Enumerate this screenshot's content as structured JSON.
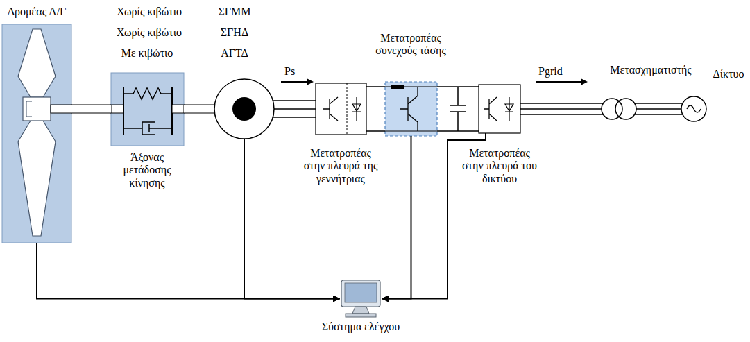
{
  "diagram": {
    "nodes": [
      {
        "text": [
          "Δρομέας Α/Γ"
        ]
      },
      {
        "text": [
          "Χωρίς κιβώτιο",
          "Χωρίς κιβώτιο",
          "Με κιβώτιο",
          "Άξονας μετάδοσης κίνησης"
        ]
      },
      {
        "text": [
          "ΣΓΜΜ",
          "ΣΓΗΔ",
          "ΑΓΤΔ"
        ]
      },
      {
        "text": [
          "Μετατροπέας στην πλευρά της γεννήτριας"
        ]
      },
      {
        "text": [
          "Μετατροπέας συνεχούς τάσης"
        ]
      },
      {
        "text": [
          "Μετατροπέας στην πλευρά του δικτύου"
        ]
      },
      {
        "text": [
          "Μετασχηματιστής"
        ]
      },
      {
        "text": [
          "Δίκτυο"
        ]
      },
      {
        "text": [
          "Σύστημα ελέγχου"
        ]
      }
    ],
    "edges": [
      {
        "from": 0,
        "to": 1,
        "arrow": "none"
      },
      {
        "from": 1,
        "to": 2,
        "arrow": "none"
      },
      {
        "from": 2,
        "to": 3,
        "arrow": "none"
      },
      {
        "from": 3,
        "to": 4,
        "arrow": "none"
      },
      {
        "from": 4,
        "to": 5,
        "arrow": "none"
      },
      {
        "from": 5,
        "to": 6,
        "arrow": "none"
      },
      {
        "from": 6,
        "to": 7,
        "arrow": "none"
      },
      {
        "from": 0,
        "to": 8,
        "arrow": "to"
      },
      {
        "from": 2,
        "to": 8,
        "arrow": "to"
      },
      {
        "from": 4,
        "to": 8,
        "arrow": "to"
      },
      {
        "from": 5,
        "to": 8,
        "arrow": "to"
      }
    ],
    "labels": [
      "Ps",
      "Pgrid"
    ]
  }
}
